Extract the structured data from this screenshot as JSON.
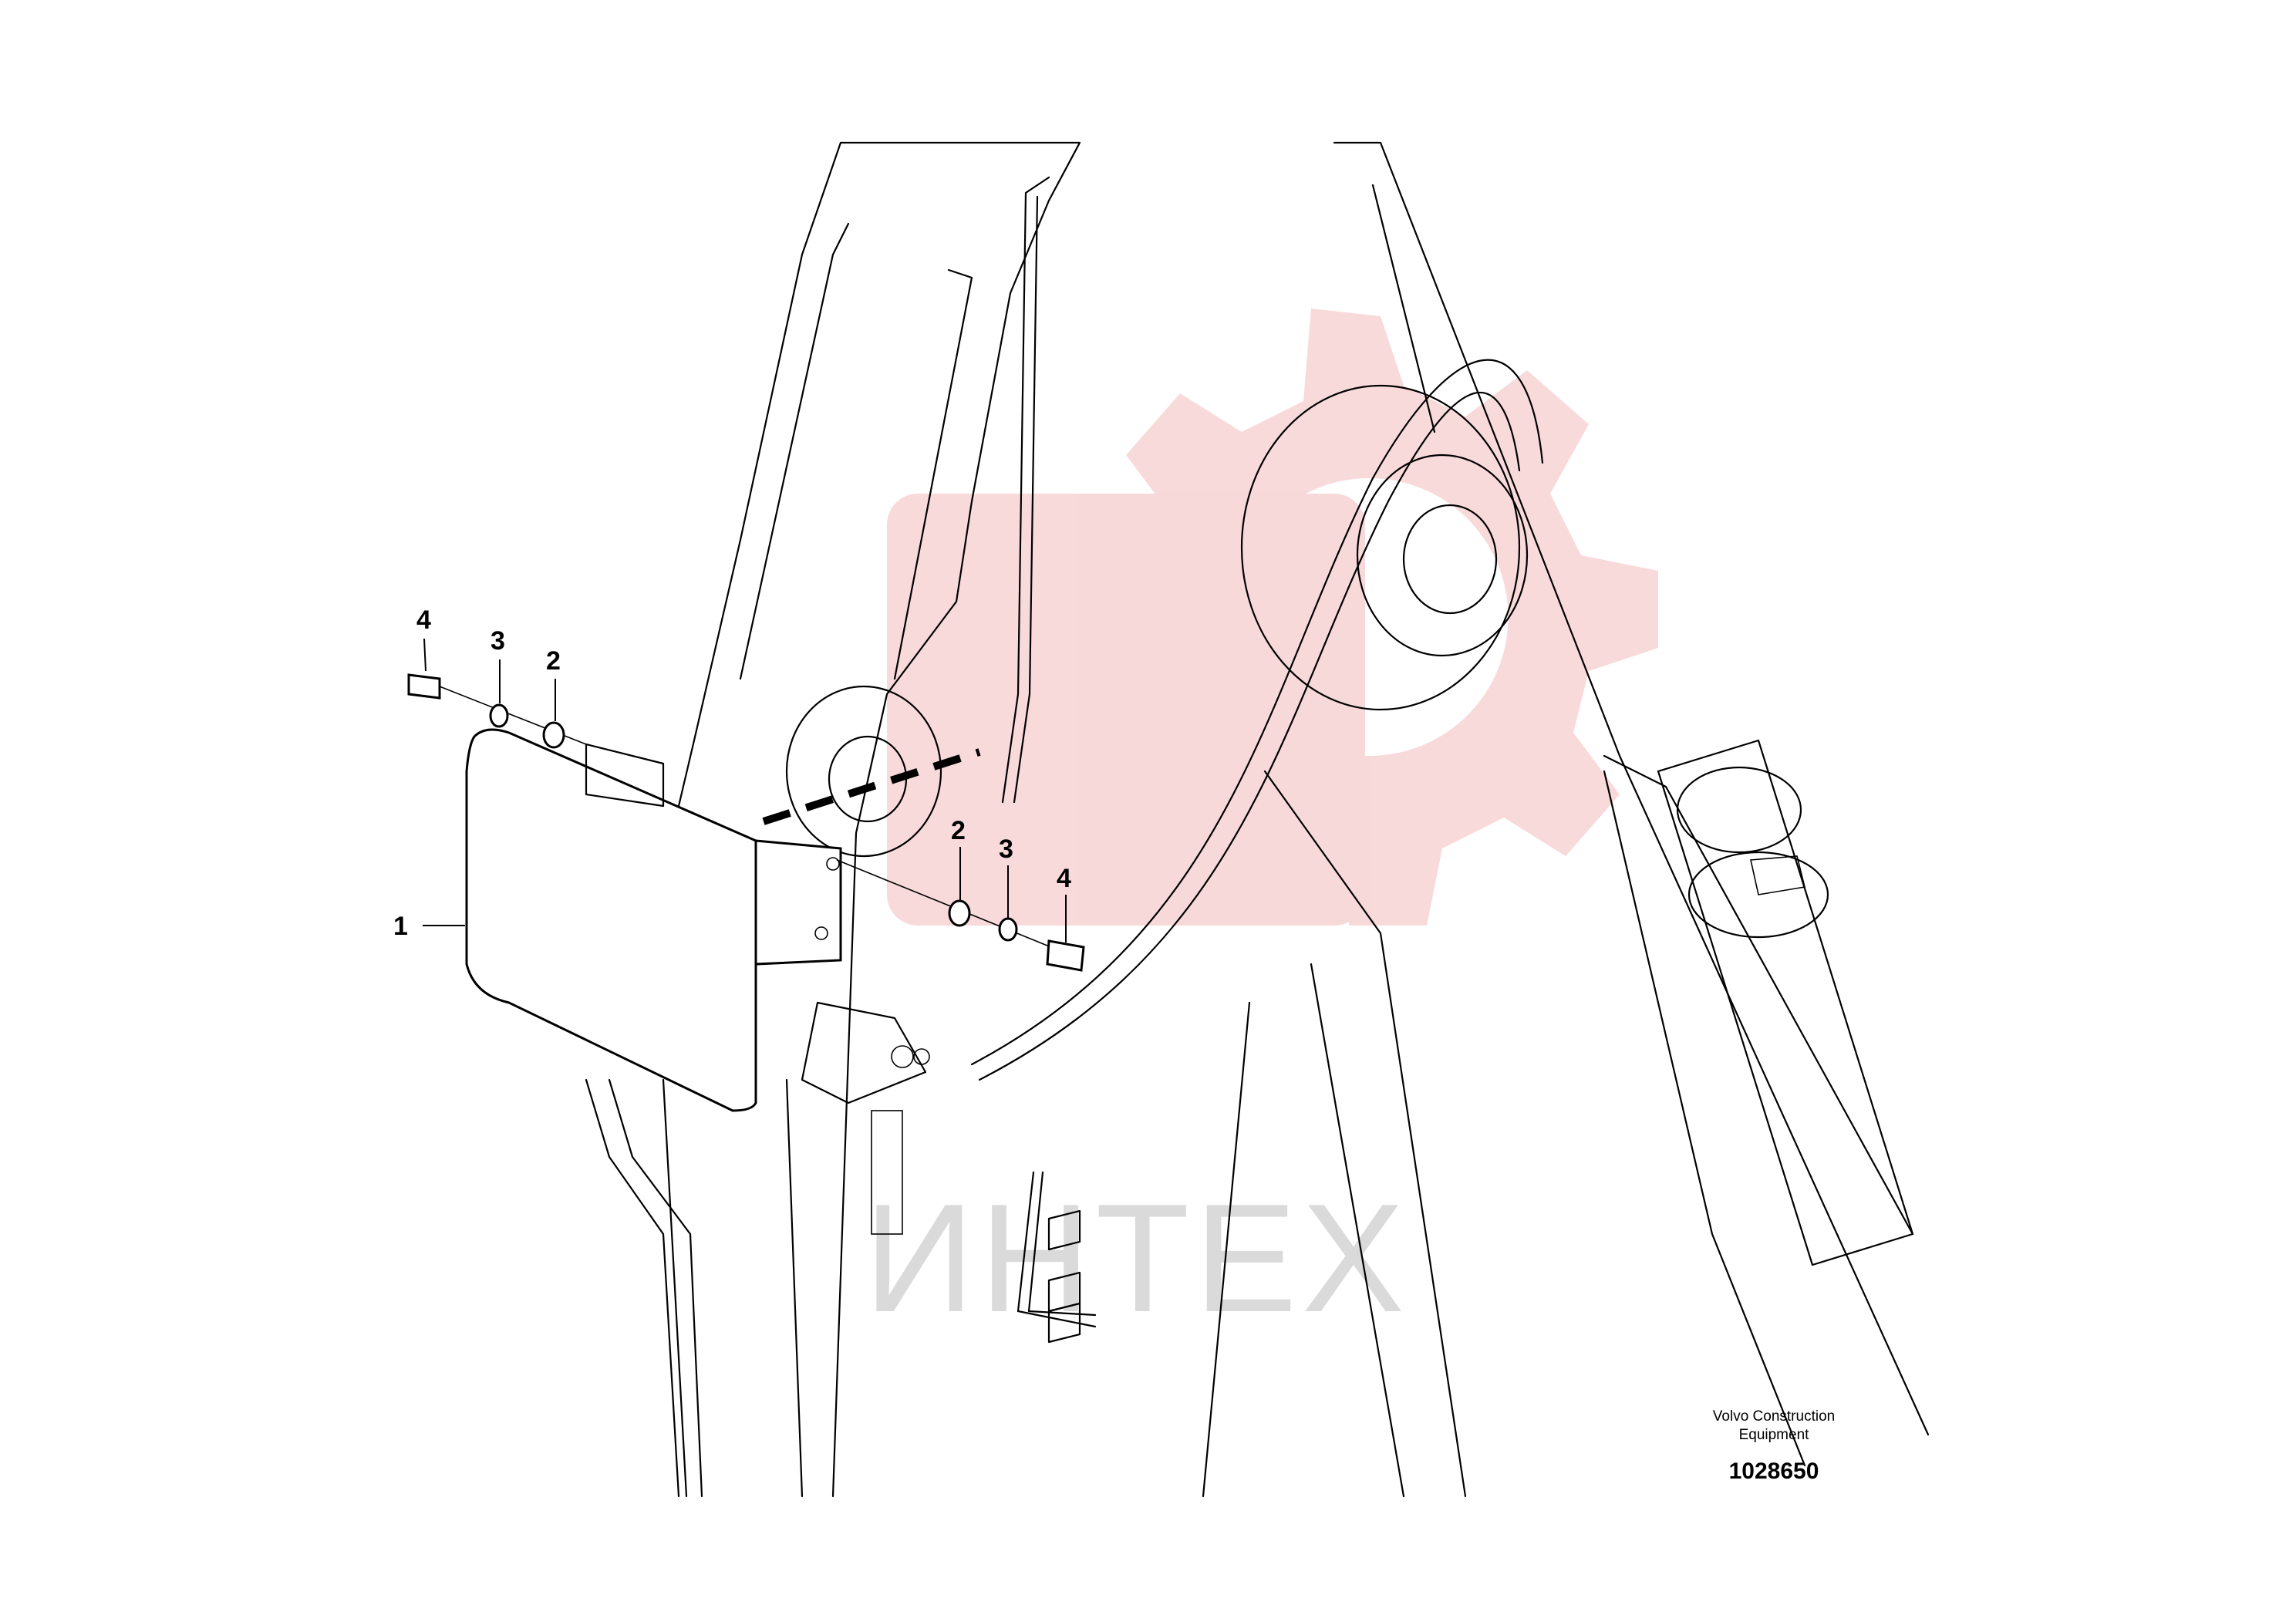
{
  "callouts": [
    {
      "id": "1",
      "label": "1"
    },
    {
      "id": "2a",
      "label": "2"
    },
    {
      "id": "3a",
      "label": "3"
    },
    {
      "id": "4a",
      "label": "4"
    },
    {
      "id": "2b",
      "label": "2"
    },
    {
      "id": "3b",
      "label": "3"
    },
    {
      "id": "4b",
      "label": "4"
    }
  ],
  "title_block": {
    "maker_line1": "Volvo Construction",
    "maker_line2": "Equipment",
    "doc_number": "1028650"
  },
  "watermark": {
    "text": "ИНТЕХ",
    "gear_color": "#f2b5b5",
    "text_color": "#bdbdbd"
  }
}
